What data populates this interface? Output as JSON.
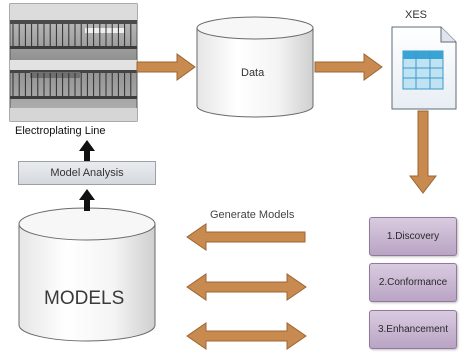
{
  "labels": {
    "electroplating_line": "Electroplating Line",
    "model_analysis": "Model Analysis",
    "data": "Data",
    "xes": "XES",
    "generate_models": "Generate Models",
    "models": "MODELS"
  },
  "stages": [
    {
      "label": "1.Discovery"
    },
    {
      "label": "2.Conformance"
    },
    {
      "label": "3.Enhancement"
    }
  ],
  "colors": {
    "arrow_fill": "#c88a4f",
    "arrow_stroke": "#9c6634",
    "stage_fill": "#c5b3cf",
    "cylinder_edge": "#6a6a6a",
    "black_arrow": "#111111"
  }
}
